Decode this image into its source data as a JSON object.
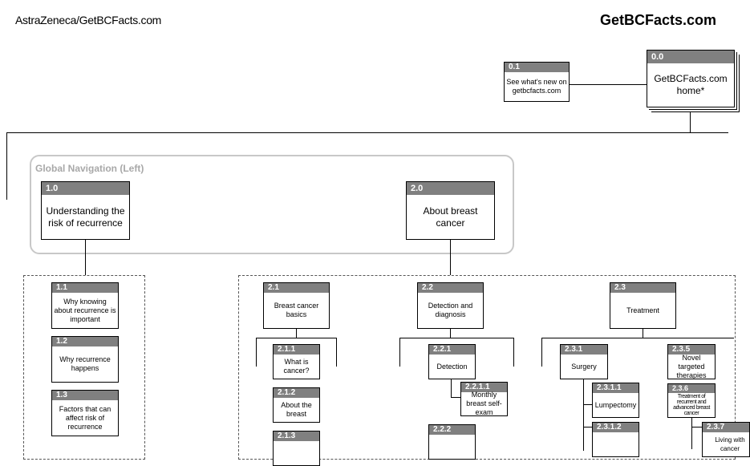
{
  "header": {
    "source": "AstraZeneca/GetBCFacts.com",
    "site_title": "GetBCFacts.com"
  },
  "nav_group_label": "Global Navigation (Left)",
  "nodes": {
    "n00": {
      "id": "0.0",
      "label": "GetBCFacts.com home*"
    },
    "n01": {
      "id": "0.1",
      "label": "See what's new on getbcfacts.com"
    },
    "n10": {
      "id": "1.0",
      "label": "Understanding the risk of recurrence"
    },
    "n20": {
      "id": "2.0",
      "label": "About breast cancer"
    },
    "n11": {
      "id": "1.1",
      "label": "Why knowing about recurrence is important"
    },
    "n12": {
      "id": "1.2",
      "label": "Why recurrence happens"
    },
    "n13": {
      "id": "1.3",
      "label": "Factors that can affect risk of recurrence"
    },
    "n21": {
      "id": "2.1",
      "label": "Breast cancer basics"
    },
    "n22": {
      "id": "2.2",
      "label": "Detection and diagnosis"
    },
    "n23": {
      "id": "2.3",
      "label": "Treatment"
    },
    "n211": {
      "id": "2.1.1",
      "label": "What is cancer?"
    },
    "n212": {
      "id": "2.1.2",
      "label": "About the breast"
    },
    "n213": {
      "id": "2.1.3",
      "label": ""
    },
    "n221": {
      "id": "2.2.1",
      "label": "Detection"
    },
    "n2211": {
      "id": "2.2.1.1",
      "label": "Monthly breast self-exam"
    },
    "n222": {
      "id": "2.2.2",
      "label": ""
    },
    "n231": {
      "id": "2.3.1",
      "label": "Surgery"
    },
    "n2311": {
      "id": "2.3.1.1",
      "label": "Lumpectomy"
    },
    "n2312": {
      "id": "2.3.1.2",
      "label": ""
    },
    "n235": {
      "id": "2.3.5",
      "label": "Novel targeted therapies"
    },
    "n236": {
      "id": "2.3.6",
      "label": "Treatment of recurrent and advanced breast cancer"
    },
    "n237": {
      "id": "2.3.7",
      "label": "Living with cancer"
    }
  }
}
